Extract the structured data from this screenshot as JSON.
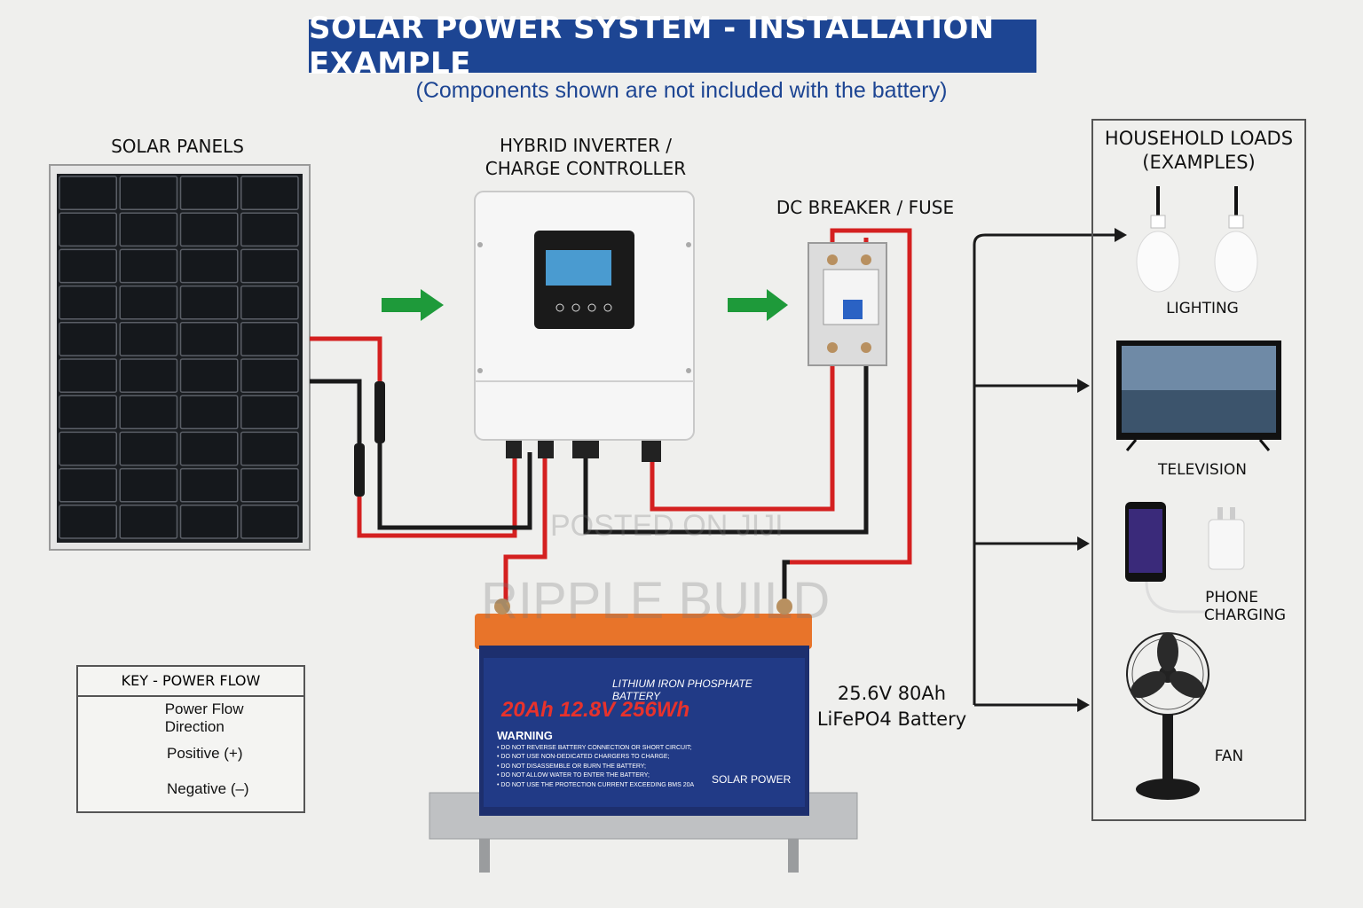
{
  "header": {
    "title": "SOLAR POWER SYSTEM - INSTALLATION EXAMPLE",
    "subtitle": "(Components shown are not included with the battery)"
  },
  "components": {
    "solar_panels": "SOLAR PANELS",
    "inverter_line1": "HYBRID INVERTER /",
    "inverter_line2": "CHARGE CONTROLLER",
    "breaker": "DC BREAKER / FUSE",
    "battery_caption_line1": "25.6V 80Ah",
    "battery_caption_line2": "LiFePO4 Battery"
  },
  "battery_label": {
    "type": "LITHIUM IRON PHOSPHATE BATTERY",
    "spec": "20Ah 12.8V 256Wh",
    "warning_title": "WARNING",
    "warnings": [
      "• DO NOT REVERSE BATTERY CONNECTION OR SHORT CIRCUIT;",
      "• DO NOT USE NON-DEDICATED CHARGERS TO CHARGE;",
      "• DO NOT DISASSEMBLE OR BURN THE BATTERY;",
      "• DO NOT ALLOW WATER TO ENTER THE BATTERY;",
      "• DO NOT USE THE PROTECTION CURRENT EXCEEDING BMS 20A"
    ],
    "brand": "SOLAR POWER"
  },
  "loads": {
    "title_line1": "HOUSEHOLD LOADS",
    "title_line2": "(EXAMPLES)",
    "lighting": "LIGHTING",
    "television": "TELEVISION",
    "phone_line1": "PHONE",
    "phone_line2": "CHARGING",
    "fan": "FAN"
  },
  "key": {
    "title": "KEY - POWER FLOW",
    "flow": "Power Flow Direction",
    "positive": "Positive (+)",
    "negative": "Negative (–)"
  },
  "watermarks": {
    "posted": "POSTED ON JIJI",
    "brand": "RIPPLE BUILD"
  },
  "colors": {
    "title_bg": "#1d4593",
    "flow_arrow": "#1e9a3a",
    "positive": "#d42020",
    "negative": "#1a1a1a",
    "battery_top": "#e8742a",
    "battery_body": "#1d2f6e"
  }
}
